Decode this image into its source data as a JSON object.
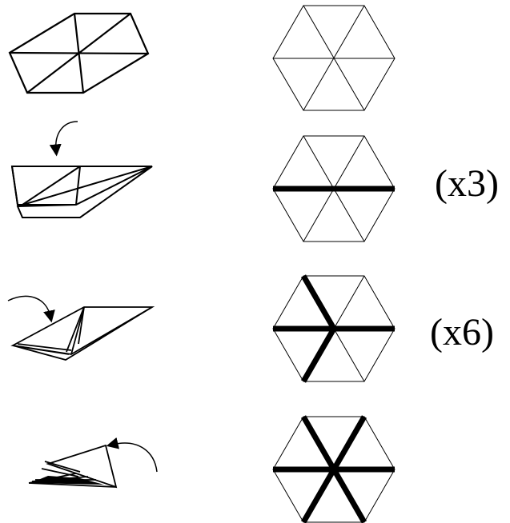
{
  "diagram": {
    "steps": [
      {
        "id": "step1",
        "repeat_label": ""
      },
      {
        "id": "step2",
        "repeat_label": "(x3)"
      },
      {
        "id": "step3",
        "repeat_label": "(x6)"
      },
      {
        "id": "step4",
        "repeat_label": ""
      }
    ],
    "colors": {
      "line": "#000000",
      "background": "#ffffff"
    }
  }
}
